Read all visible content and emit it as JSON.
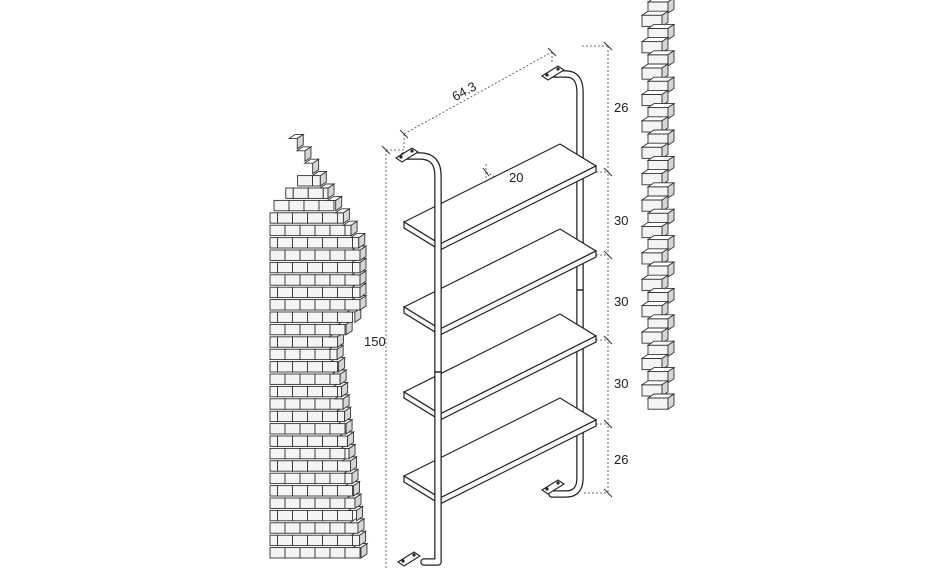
{
  "dimensions": {
    "width_label": "64.3",
    "depth_label": "20",
    "height_label": "150",
    "spacing_labels": [
      "26",
      "30",
      "30",
      "30",
      "26"
    ]
  },
  "colors": {
    "line": "#222222",
    "background": "#ffffff",
    "brick_face": "#f4f4f4",
    "brick_side": "#d6d6d6"
  }
}
